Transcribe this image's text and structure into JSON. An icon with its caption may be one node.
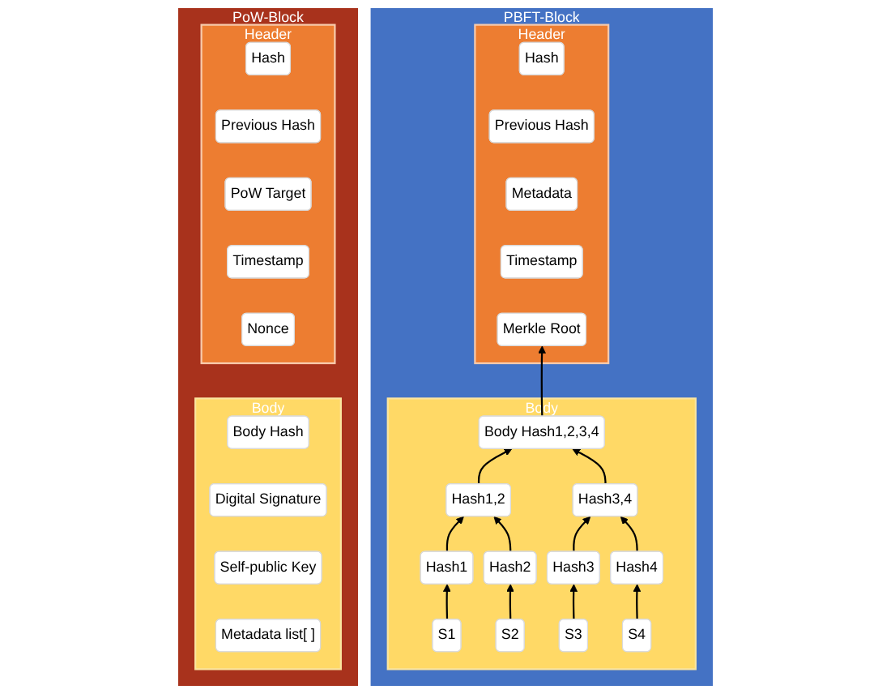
{
  "diagram": {
    "nodes": [
      {
        "text": [
          "PoW-Block"
        ]
      },
      {
        "text": [
          "Header"
        ],
        "in": 0
      },
      {
        "text": [
          "Hash"
        ],
        "in": 1
      },
      {
        "text": [
          "Previous Hash"
        ],
        "in": 1
      },
      {
        "text": [
          "PoW Target"
        ],
        "in": 1
      },
      {
        "text": [
          "Timestamp"
        ],
        "in": 1
      },
      {
        "text": [
          "Nonce"
        ],
        "in": 1
      },
      {
        "text": [
          "Body"
        ],
        "in": 0
      },
      {
        "text": [
          "Body Hash"
        ],
        "in": 7
      },
      {
        "text": [
          "Digital Signature"
        ],
        "in": 7
      },
      {
        "text": [
          "Self-public Key"
        ],
        "in": 7
      },
      {
        "text": [
          "Metadata list[ ]"
        ],
        "in": 7
      },
      {
        "text": [
          "PBFT-Block"
        ]
      },
      {
        "text": [
          "Header"
        ],
        "in": 12
      },
      {
        "text": [
          "Hash"
        ],
        "in": 13
      },
      {
        "text": [
          "Previous Hash"
        ],
        "in": 13
      },
      {
        "text": [
          "Metadata"
        ],
        "in": 13
      },
      {
        "text": [
          "Timestamp"
        ],
        "in": 13
      },
      {
        "text": [
          "Merkle Root"
        ],
        "in": 13
      },
      {
        "text": [
          "Body"
        ],
        "in": 12
      },
      {
        "text": [
          "Body Hash1,2,3,4"
        ],
        "in": 19
      },
      {
        "text": [
          "Hash1,2"
        ],
        "in": 19
      },
      {
        "text": [
          "Hash3,4"
        ],
        "in": 19
      },
      {
        "text": [
          "Hash1"
        ],
        "in": 19
      },
      {
        "text": [
          "Hash2"
        ],
        "in": 19
      },
      {
        "text": [
          "Hash3"
        ],
        "in": 19
      },
      {
        "text": [
          "Hash4"
        ],
        "in": 19
      },
      {
        "text": [
          "S1"
        ],
        "in": 19
      },
      {
        "text": [
          "S2"
        ],
        "in": 19
      },
      {
        "text": [
          "S3"
        ],
        "in": 19
      },
      {
        "text": [
          "S4"
        ],
        "in": 19
      }
    ],
    "edges": [
      {
        "from": 27,
        "to": 23,
        "arrow": "to"
      },
      {
        "from": 28,
        "to": 24,
        "arrow": "to"
      },
      {
        "from": 29,
        "to": 25,
        "arrow": "to"
      },
      {
        "from": 30,
        "to": 26,
        "arrow": "to"
      },
      {
        "from": 23,
        "to": 21,
        "arrow": "to"
      },
      {
        "from": 24,
        "to": 21,
        "arrow": "to"
      },
      {
        "from": 25,
        "to": 22,
        "arrow": "to"
      },
      {
        "from": 26,
        "to": 22,
        "arrow": "to"
      },
      {
        "from": 21,
        "to": 20,
        "arrow": "to"
      },
      {
        "from": 22,
        "to": 20,
        "arrow": "to"
      },
      {
        "from": 20,
        "to": 18,
        "arrow": "to"
      }
    ]
  }
}
